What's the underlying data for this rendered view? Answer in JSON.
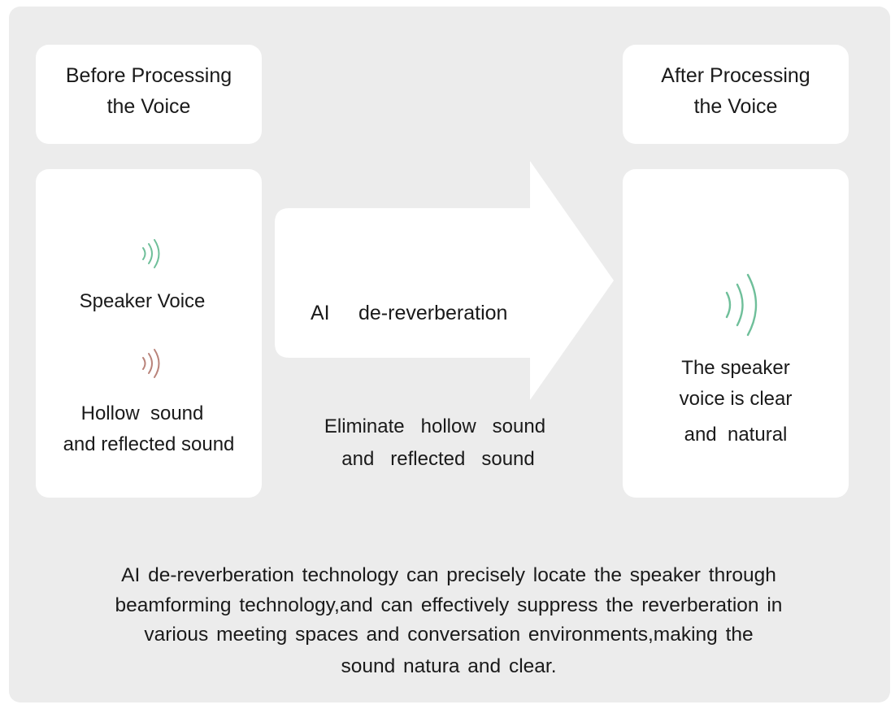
{
  "before": {
    "title_line1": "Before Processing",
    "title_line2": "the Voice",
    "speaker_label": "Speaker Voice",
    "hollow_line1": "Hollow  sound",
    "hollow_line2": "and reflected sound",
    "speaker_wave_icon": "sound-wave-icon",
    "hollow_wave_icon": "sound-wave-icon",
    "speaker_wave_color": "#6fbf9a",
    "hollow_wave_color": "#b9837a"
  },
  "process": {
    "arrow_label_left": "AI",
    "arrow_label_right": "de-reverberation",
    "eliminate_line1": "Eliminate   hollow   sound",
    "eliminate_line2": "and   reflected   sound"
  },
  "after": {
    "title_line1": "After Processing",
    "title_line2": "the Voice",
    "result_line1": "The speaker",
    "result_line2": "voice is clear",
    "result_line3": "and  natural",
    "wave_icon": "sound-wave-icon",
    "wave_color": "#6fbf9a"
  },
  "footer": {
    "line1": "AI de-reverberation technology can precisely locate the speaker through",
    "line2": "beamforming technology,and can effectively suppress the reverberation in",
    "line3": "various meeting spaces and conversation environments,making the",
    "line4": "sound natura and clear."
  }
}
